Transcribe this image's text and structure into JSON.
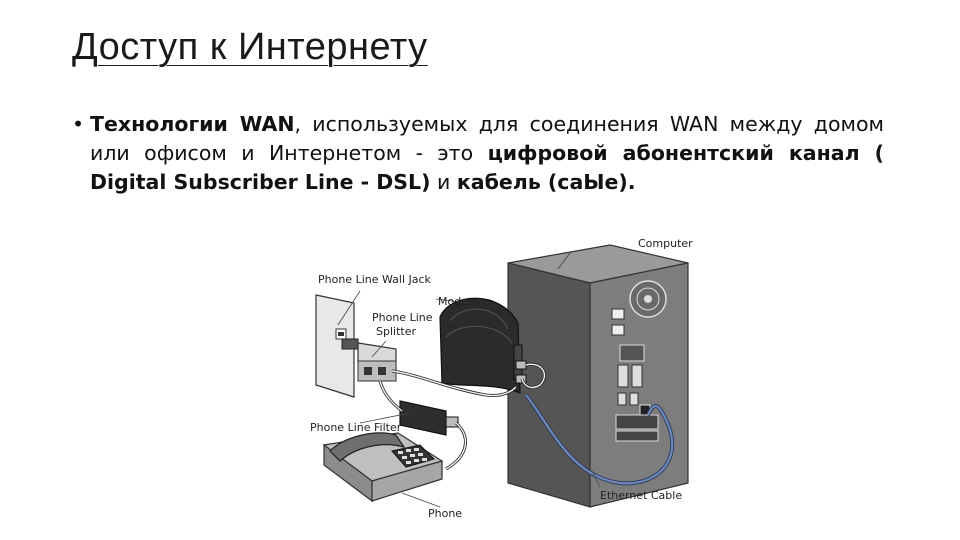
{
  "slide": {
    "title": "Доступ к Интернету",
    "bullet": {
      "t1": "Технологии WAN",
      "t2": ", используемых для соединения WAN между домом или офисом и Интернетом - это ",
      "t3": "цифровой абонентский канал ( Digital Subscriber Line - DSL)",
      "t4": " и ",
      "t5": "кабель (caЫe)."
    }
  },
  "diagram": {
    "labels": {
      "computer": "Computer",
      "wall_jack": "Phone Line Wall Jack",
      "modem": "Modem",
      "splitter_1": "Phone Line",
      "splitter_2": "Splitter",
      "filter": "Phone Line Filter",
      "ethernet": "Ethernet Cable",
      "phone": "Phone"
    },
    "colors": {
      "ethernet_cable": "#6f88b8",
      "device_dark": "#2b2b2b",
      "device_gray": "#8a8a8a"
    }
  }
}
